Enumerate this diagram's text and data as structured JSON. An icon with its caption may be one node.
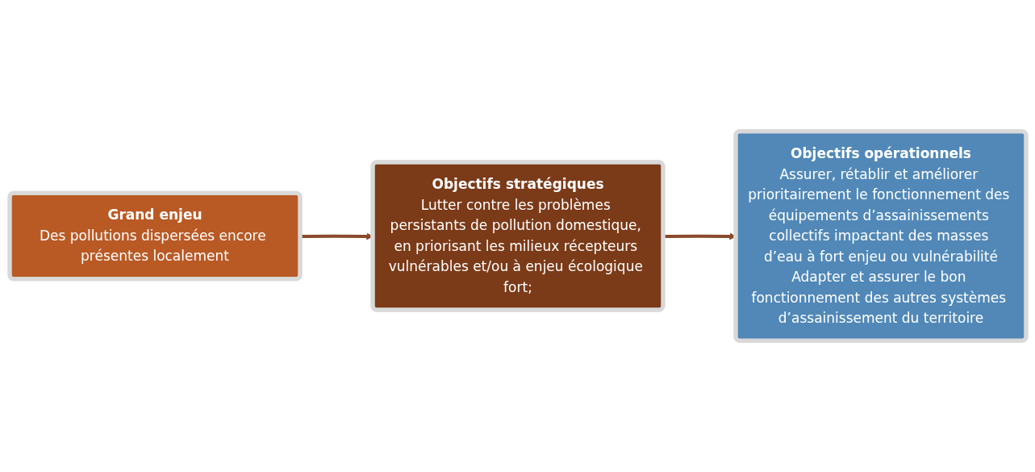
{
  "diagram": {
    "nodes": [
      {
        "text": [
          "Grand enjeu",
          "Des pollutions dispersées encore présentes localement"
        ]
      },
      {
        "text": [
          "Objectifs stratégiques",
          "Lutter contre les problèmes persistants de pollution domestique, en priorisant les milieux récepteurs vulnérables et/ou à enjeu écologique fort;"
        ]
      },
      {
        "text": [
          "Objectifs opérationnels",
          "Assurer, rétablir et améliorer prioritairement le fonctionnement des équipements d’assainissements collectifs impactant des masses d’eau à fort enjeu ou vulnérabilité",
          "Adapter et assurer le bon fonctionnement des autres systèmes d’assainissement du territoire"
        ]
      }
    ],
    "edges": [
      {
        "from": 0,
        "to": 1,
        "arrow": "to"
      },
      {
        "from": 1,
        "to": 2,
        "arrow": "to"
      }
    ]
  }
}
